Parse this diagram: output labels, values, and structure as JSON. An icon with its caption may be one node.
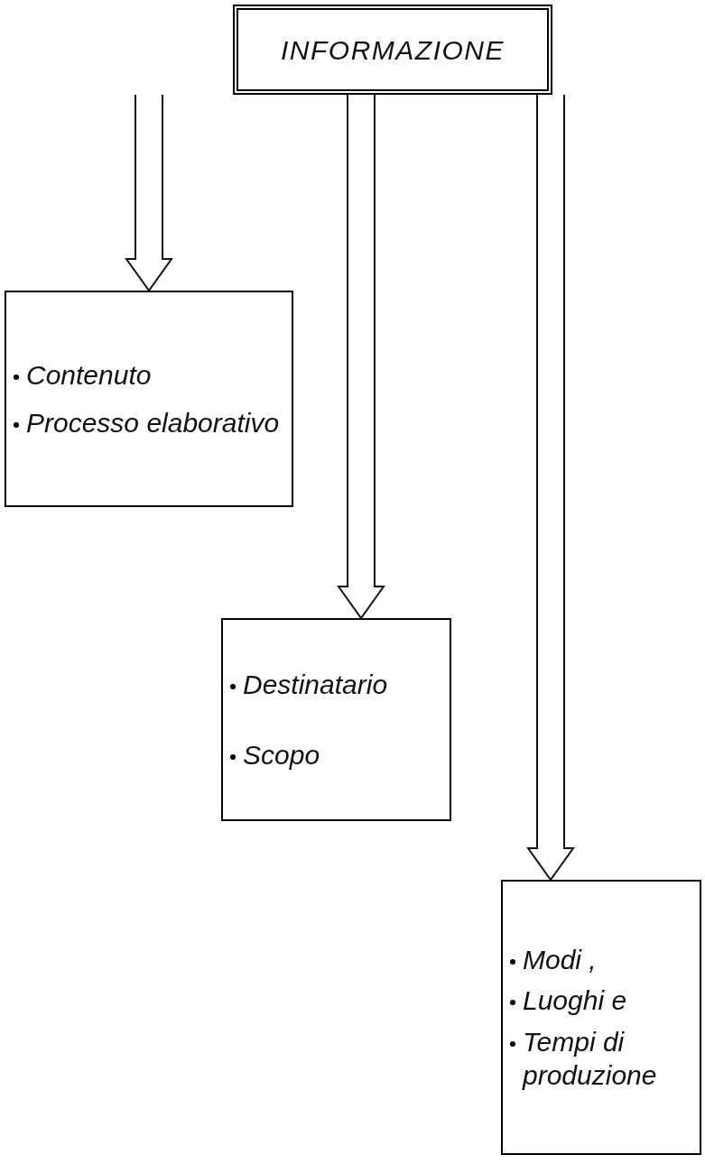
{
  "diagram": {
    "nodes": [
      {
        "text": [
          "INFORMAZIONE"
        ]
      },
      {
        "text": [
          "Contenuto",
          "Processo elaborativo"
        ]
      },
      {
        "text": [
          "Destinatario",
          "Scopo"
        ]
      },
      {
        "text": [
          "Modi ,",
          "Luoghi e",
          "Tempi di produzione"
        ]
      }
    ],
    "edges": [
      {
        "from": 0,
        "to": 1,
        "arrow": "to"
      },
      {
        "from": 0,
        "to": 2,
        "arrow": "to"
      },
      {
        "from": 0,
        "to": 3,
        "arrow": "to"
      }
    ]
  }
}
